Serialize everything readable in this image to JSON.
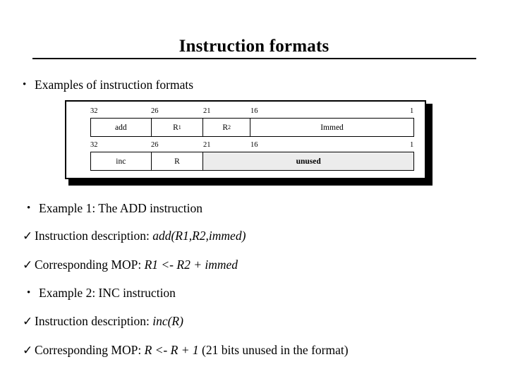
{
  "slide": {
    "title": "Instruction formats",
    "bullets": {
      "examples_heading": {
        "marker": "•",
        "text": "Examples of instruction formats"
      },
      "example1_heading": {
        "marker": "•",
        "text": "Example 1: The ADD instruction"
      },
      "example1_description": {
        "marker": "✓",
        "label": "Instruction description: ",
        "code": "add(R1,R2,immed)"
      },
      "example1_mop": {
        "marker": "✓",
        "label": "Corresponding MOP: ",
        "code": "R1 <- R2 + immed"
      },
      "example2_heading": {
        "marker": "•",
        "text": "Example 2: INC instruction"
      },
      "example2_description": {
        "marker": "✓",
        "label": "Instruction description: ",
        "code": "inc(R)"
      },
      "example2_mop": {
        "marker": "✓",
        "label": "Corresponding MOP: ",
        "code": "R <- R + 1",
        "suffix": " (21 bits unused in the format)"
      }
    }
  },
  "diagram": {
    "name": "instruction-format-diagram",
    "shaded_color": "#ececec",
    "formats": [
      {
        "name": "add-format",
        "bit_labels": [
          "32",
          "26",
          "21",
          "16",
          "1"
        ],
        "fields": [
          {
            "label": "add",
            "sub": "",
            "shaded": false
          },
          {
            "label": "R",
            "sub": "1",
            "shaded": false
          },
          {
            "label": "R",
            "sub": "2",
            "shaded": false
          },
          {
            "label": "Immed",
            "sub": "",
            "shaded": false
          }
        ]
      },
      {
        "name": "inc-format",
        "bit_labels": [
          "32",
          "26",
          "21",
          "16",
          "1"
        ],
        "fields": [
          {
            "label": "inc",
            "sub": "",
            "shaded": false
          },
          {
            "label": "R",
            "sub": "",
            "shaded": false
          },
          {
            "label": "unused",
            "sub": "",
            "shaded": true
          }
        ]
      }
    ]
  }
}
